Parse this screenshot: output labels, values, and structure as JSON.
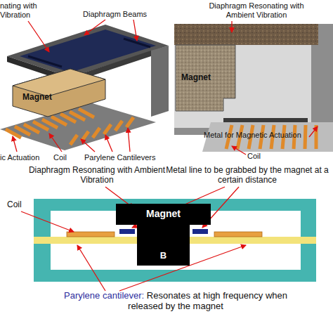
{
  "diagram": {
    "nodes": [
      {
        "text": [
          "Magnet",
          "B"
        ]
      }
    ],
    "labels": [
      "nating with Vibration",
      "Diaphragm Beams",
      "Magnet",
      "Coil",
      "ic Actuation",
      "Parylene Cantilevers",
      "Diaphragm Resonating with Ambient Vibration",
      "Magnet",
      "Metal for Magnetic Actuation",
      "Coil",
      "Diaphragm Resonating with Ambient Vibration",
      "Metal line to be grabbed by the magnet at a certain distance",
      "Coil",
      "Parylene cantilever:",
      "Resonates at high frequency when released by the magnet"
    ]
  }
}
